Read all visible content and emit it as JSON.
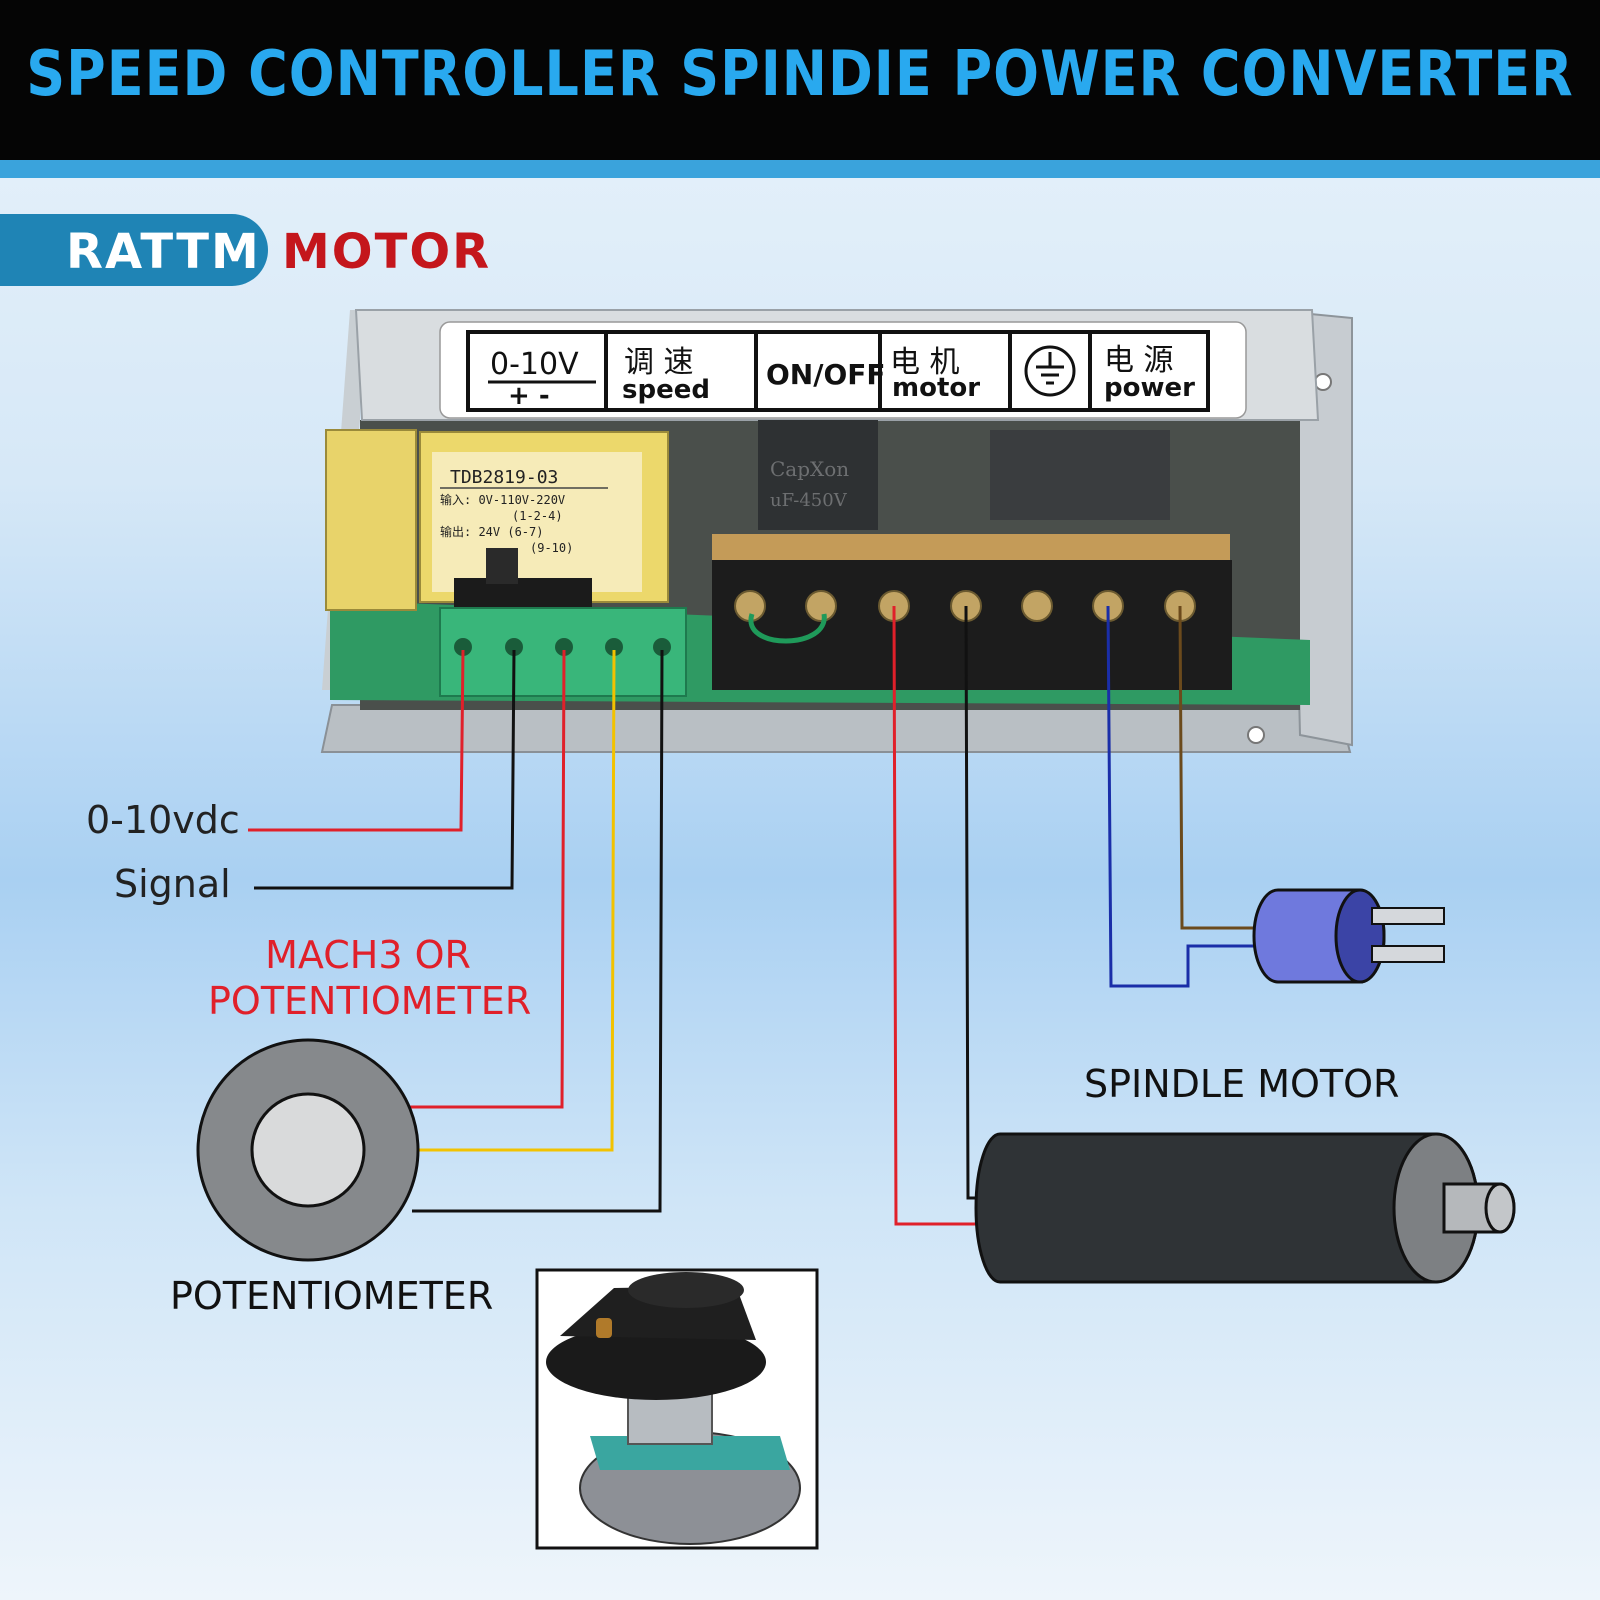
{
  "header": {
    "title": "SPEED CONTROLLER SPINDIE POWER CONVERTER"
  },
  "brand": {
    "name_left": "RATTM",
    "name_right": "MOTOR"
  },
  "controller": {
    "label_plate": {
      "voltage": "0-10V",
      "polarity": "+ -",
      "speed_cn": "调 速",
      "speed": "speed",
      "onoff": "ON/OFF",
      "motor_cn": "电 机",
      "motor": "motor",
      "power_cn": "电 源",
      "power": "power"
    },
    "transformer": {
      "model": "TDB2819-03",
      "input": "输入: 0V-110V-220V",
      "input_pins": "(1-2-4)",
      "output": "输出: 24V (6-7)",
      "output_pins": "(9-10)"
    },
    "capacitor": {
      "brand": "CapXon",
      "rating": "uF-450V"
    }
  },
  "labels": {
    "input_0_10": "0-10vdc",
    "signal": "Signal",
    "mach3_line1": "MACH3 OR",
    "mach3_line2": "POTENTIOMETER",
    "potentiometer": "POTENTIOMETER",
    "spindle_motor": "SPINDLE MOTOR"
  },
  "colors": {
    "header_bg": "#050505",
    "title": "#29a9ef",
    "brand_blue": "#1f84b5",
    "brand_red": "#c4161c",
    "wire_red": "#e0202a",
    "wire_black": "#111111",
    "wire_yellow": "#f2c200",
    "wire_blue": "#1a2ea8",
    "wire_brown": "#6b4a1c",
    "motor_body": "#2f3336",
    "plug_body": "#6f79dd"
  }
}
